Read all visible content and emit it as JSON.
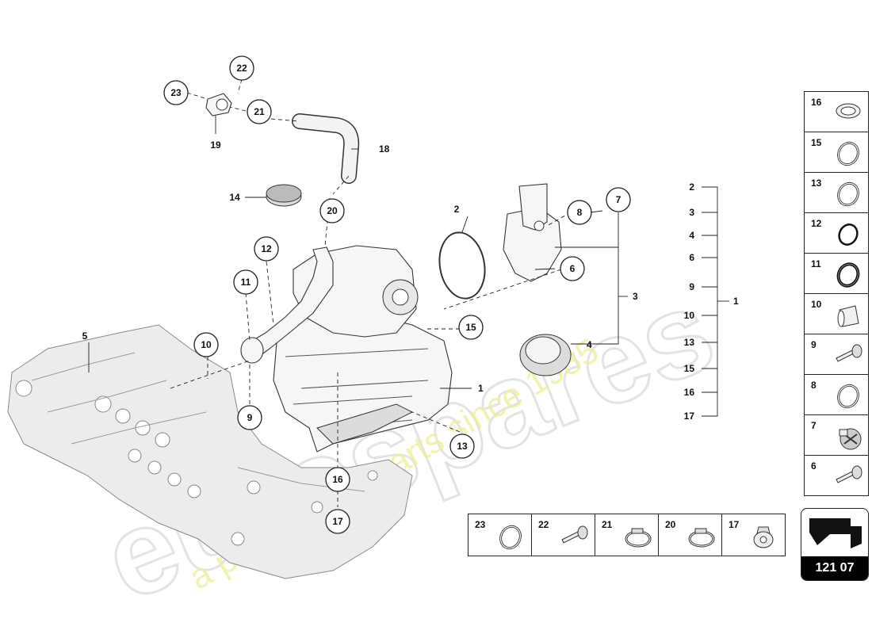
{
  "diagram": {
    "callouts": {
      "c2": "2",
      "c3": "3",
      "c4": "4",
      "c5": "5",
      "c6": "6",
      "c7": "7",
      "c8": "8",
      "c9": "9",
      "c10": "10",
      "c11": "11",
      "c12": "12",
      "c13": "13",
      "c14": "14",
      "c15": "15",
      "c16": "16",
      "c17": "17",
      "c18": "18",
      "c19": "19",
      "c20": "20",
      "c21": "21",
      "c22": "22",
      "c23": "23",
      "c1": "1"
    },
    "bracket_list": [
      "2",
      "3",
      "4",
      "6",
      "9",
      "10",
      "13",
      "15",
      "16",
      "17"
    ],
    "bracket_target": "1",
    "watermark": {
      "brand": "eurospares",
      "tagline": "a passion for parts since 1985"
    }
  },
  "legend_right": [
    {
      "num": "16",
      "icon": "ring-seal-icon"
    },
    {
      "num": "15",
      "icon": "o-ring-icon"
    },
    {
      "num": "13",
      "icon": "o-ring-icon"
    },
    {
      "num": "12",
      "icon": "thin-ring-icon"
    },
    {
      "num": "11",
      "icon": "thick-ring-icon"
    },
    {
      "num": "10",
      "icon": "sleeve-icon"
    },
    {
      "num": "9",
      "icon": "bolt-icon"
    },
    {
      "num": "8",
      "icon": "o-ring-icon"
    },
    {
      "num": "7",
      "icon": "cap-icon"
    },
    {
      "num": "6",
      "icon": "bolt-icon"
    }
  ],
  "legend_bottom": [
    {
      "num": "23",
      "icon": "o-ring-icon"
    },
    {
      "num": "22",
      "icon": "bolt-icon"
    },
    {
      "num": "21",
      "icon": "hose-clamp-icon"
    },
    {
      "num": "20",
      "icon": "hose-clamp-icon"
    },
    {
      "num": "17",
      "icon": "plug-icon"
    }
  ],
  "reference": {
    "label": "121 07"
  }
}
